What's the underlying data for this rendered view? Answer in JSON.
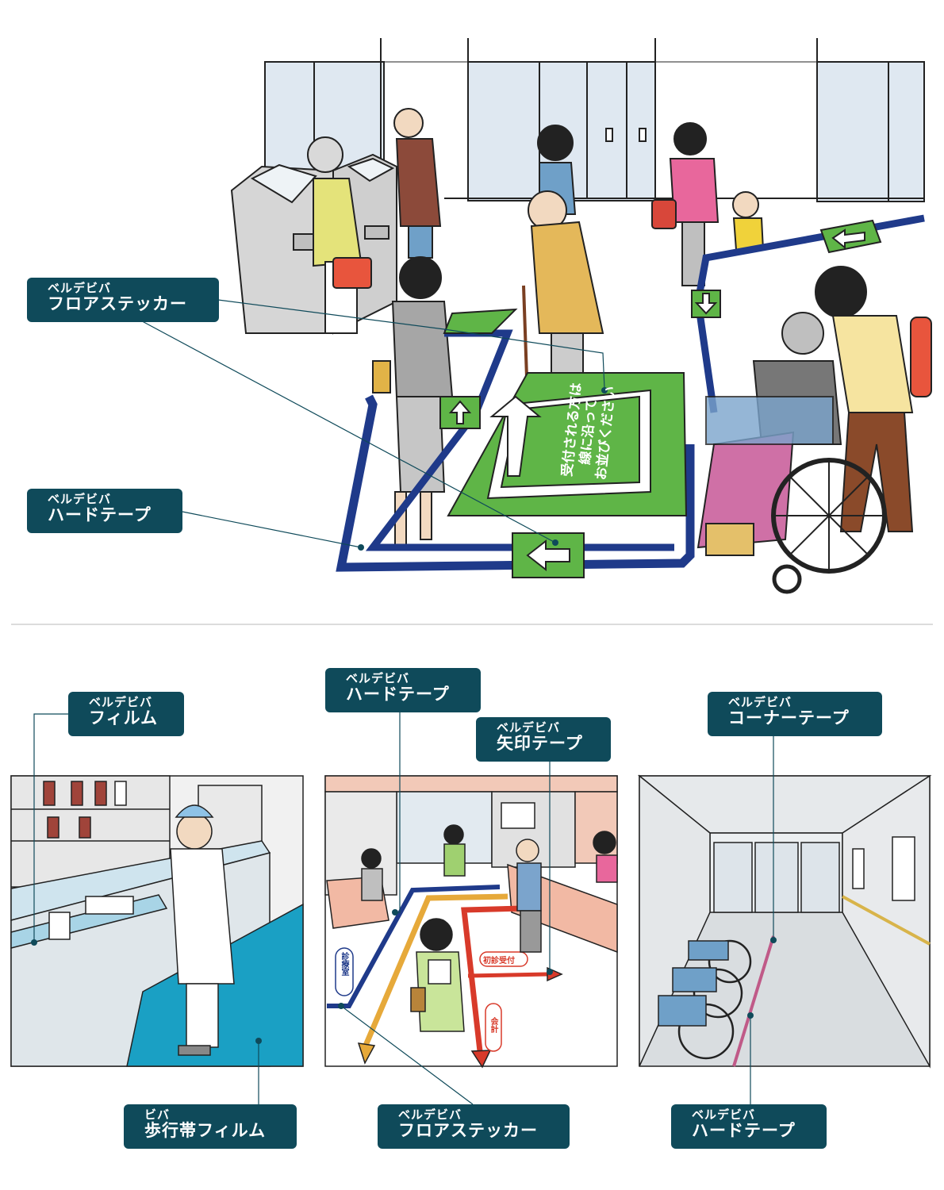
{
  "labels": {
    "top_floor_sticker": {
      "sub": "ベルデビバ",
      "main": "フロアステッカー"
    },
    "top_hard_tape": {
      "sub": "ベルデビバ",
      "main": "ハードテープ"
    },
    "film": {
      "sub": "ベルデビバ",
      "main": "フィルム"
    },
    "walkway_film": {
      "sub": "ビバ",
      "main": "歩行帯フィルム"
    },
    "mid_hard_tape": {
      "sub": "ベルデビバ",
      "main": "ハードテープ"
    },
    "arrow_tape": {
      "sub": "ベルデビバ",
      "main": "矢印テープ"
    },
    "mid_floor_sticker": {
      "sub": "ベルデビバ",
      "main": "フロアステッカー"
    },
    "corner_tape": {
      "sub": "ベルデビバ",
      "main": "コーナーテープ"
    },
    "right_hard_tape": {
      "sub": "ベルデビバ",
      "main": "ハードテープ"
    }
  },
  "sticker_text": [
    "受付される方は",
    "線に沿って",
    "お並びください"
  ],
  "floor_signs": [
    "初診受付",
    "会計",
    "診療室"
  ],
  "colors": {
    "label_bg": "#0f4a5a",
    "sticker_green": "#5fb547",
    "tape_navy": "#1f3a8a",
    "film_blue": "#1aa0c4",
    "tape_yellow": "#e6a93a",
    "tape_red": "#d83a2a",
    "corner_tape_pink": "#c05a88"
  }
}
